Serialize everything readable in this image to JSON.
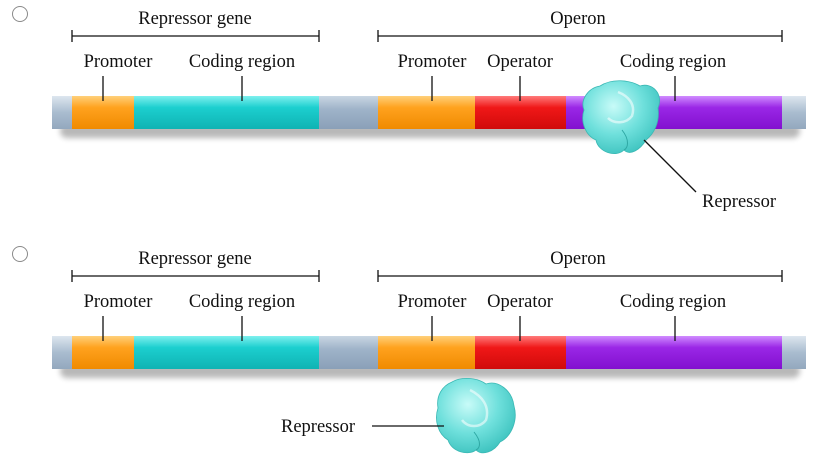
{
  "options": [
    {
      "id": "a",
      "repressor_gene_label": "Repressor gene",
      "operon_label": "Operon",
      "promoter1": "Promoter",
      "coding1": "Coding region",
      "promoter2": "Promoter",
      "operator": "Operator",
      "coding2": "Coding region",
      "repressor_label": "Repressor",
      "repressor_bound": true
    },
    {
      "id": "b",
      "repressor_gene_label": "Repressor gene",
      "operon_label": "Operon",
      "promoter1": "Promoter",
      "coding1": "Coding region",
      "promoter2": "Promoter",
      "operator": "Operator",
      "coding2": "Coding region",
      "repressor_label": "Repressor",
      "repressor_bound": false
    }
  ],
  "colors": {
    "promoter": "#ffa21e",
    "coding_repressor": "#1ccfcf",
    "spacer": "#9fb3c9",
    "operator": "#f01818",
    "coding_operon": "#9a27e6",
    "repressor_protein": "#6fe0dc"
  }
}
